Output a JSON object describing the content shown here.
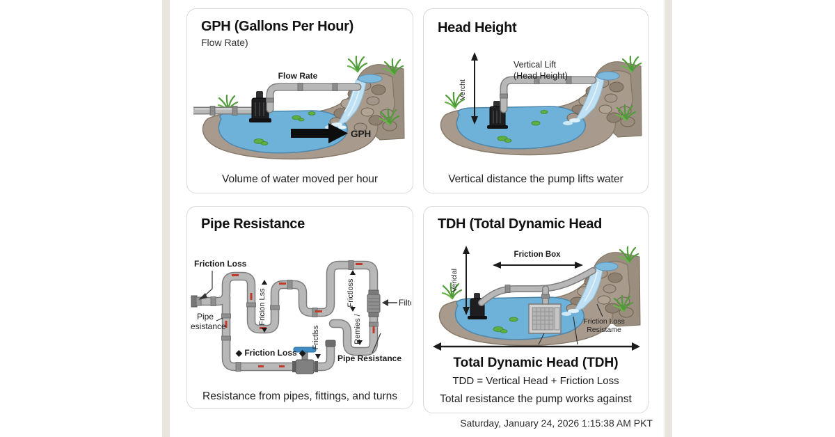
{
  "footer": {
    "timestamp": "Saturday, January 24, 2026 1:15:38 AM PKT"
  },
  "colors": {
    "water": "#6fb2d9",
    "ground": "#a89a8c",
    "cliff": "#9a8e80",
    "grass": "#4f9c38",
    "pipe": "#b8b8b8",
    "waterfall": "#bfe0f2",
    "valve_handle": "#3f8dc4",
    "flow_mark": "#c0392b",
    "card_border": "#d8d8d8",
    "edge_strip": "#e8e6df"
  },
  "panels": {
    "gph": {
      "title": "GPH (Gallons Per Hour)",
      "subtitle": "Flow Rate)",
      "caption": "Volume of water moved per hour",
      "labels": {
        "flow_rate": "Flow Rate",
        "gph": "GPH"
      }
    },
    "head": {
      "title": "Head Height",
      "caption": "Vertical distance the pump lifts water",
      "labels": {
        "vertical_rotated": "Vercht",
        "lift_line1": "Vertical Lift",
        "lift_line2": "(Head Height)"
      }
    },
    "pipe": {
      "title": "Pipe Resistance",
      "caption": "Resistance from pipes, fittings, and turns",
      "labels": {
        "friction_loss_top": "Friction Loss",
        "pipe_left1": "Pipe",
        "pipe_left2": "Resistance",
        "rot_friction_1": "Fricion Lss",
        "rot_friction_2": "Frictlss",
        "rot_friction_3": "Frictloss",
        "rot_friction_4": "Remies /",
        "friction_loss_bottom": "◆ Friction Loss ◆",
        "pipe_resistance_bottom": "Pipe Resistance",
        "filter": "Filter"
      }
    },
    "tdh": {
      "title": "TDH (Total Dynamic Head",
      "heading": "Total Dynamic Head (TDH)",
      "formula": "TDD = Vertical Head + Friction Loss",
      "caption": "Total resistance the pump works against",
      "labels": {
        "vertical_rotated": "Vericlal",
        "friction_box": "Friction Box",
        "friction_loss_line1": "Friction Loss",
        "friction_loss_line2": "Resistame"
      }
    }
  }
}
